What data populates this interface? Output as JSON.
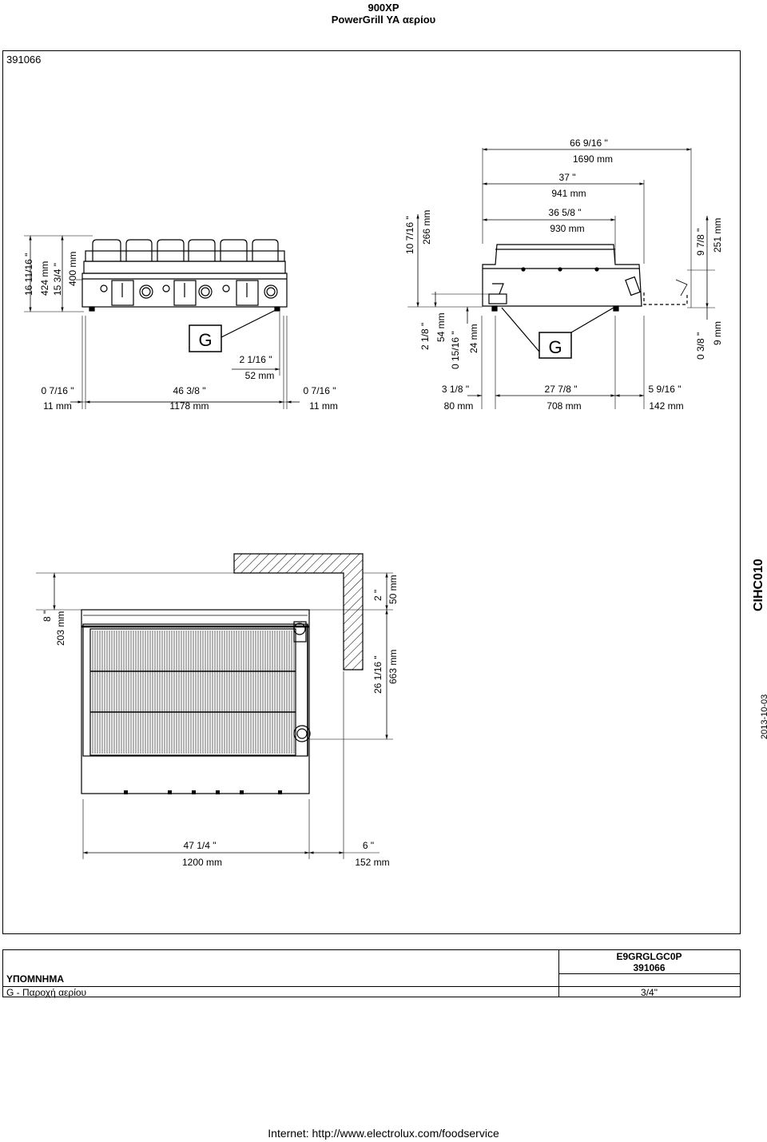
{
  "header": {
    "title": "900XP",
    "subtitle": "PowerGrill ΥΑ αερίου"
  },
  "drawing": {
    "code": "391066",
    "front_view": {
      "height_in": "16 11/16 \"",
      "height_mm": "424 mm",
      "body_height_in": "15 3/4 \"",
      "body_height_mm": "400 mm",
      "left_offset_in": "0 7/16 \"",
      "left_offset_mm": "11 mm",
      "width_in": "46 3/8 \"",
      "width_mm": "1178 mm",
      "gas_offset_in": "2 1/16 \"",
      "gas_offset_mm": "52 mm",
      "right_offset_in": "0 7/16 \"",
      "right_offset_mm": "11 mm",
      "gas_label": "G"
    },
    "side_view": {
      "overall_depth_in": "66 9/16 \"",
      "overall_depth_mm": "1690 mm",
      "depth1_in": "37 \"",
      "depth1_mm": "941 mm",
      "depth2_in": "36 5/8 \"",
      "depth2_mm": "930 mm",
      "height_top_in": "10 7/16 \"",
      "height_top_mm": "266 mm",
      "h1_in": "2 1/8 \"",
      "h1_mm": "54 mm",
      "h2_in": "0 15/16 \"",
      "h2_mm": "24 mm",
      "right_h_in": "9 7/8 \"",
      "right_h_mm": "251 mm",
      "right_low_in": "0 3/8 \"",
      "right_low_mm": "9 mm",
      "base1_in": "3 1/8 \"",
      "base1_mm": "80 mm",
      "base2_in": "27 7/8 \"",
      "base2_mm": "708 mm",
      "base3_in": "5 9/16 \"",
      "base3_mm": "142 mm",
      "gas_label": "G"
    },
    "top_view": {
      "left_h_in": "8 \"",
      "left_h_mm": "203 mm",
      "wall_in": "2 \"",
      "wall_mm": "50 mm",
      "depth_in": "26 1/16 \"",
      "depth_mm": "663 mm",
      "width_in": "47 1/4 \"",
      "width_mm": "1200 mm",
      "clear_in": "6 \"",
      "clear_mm": "152 mm"
    },
    "side_code": "CIHC010",
    "date": "2013-10-03"
  },
  "legend": {
    "title": "ΥΠΟΜΝΗΜΑ",
    "item": "G - Παροχή αερίου",
    "model": "E9GRGLGC0P",
    "code": "391066",
    "connection": "3/4\""
  },
  "footer": {
    "url": "Internet: http://www.electrolux.com/foodservice"
  }
}
